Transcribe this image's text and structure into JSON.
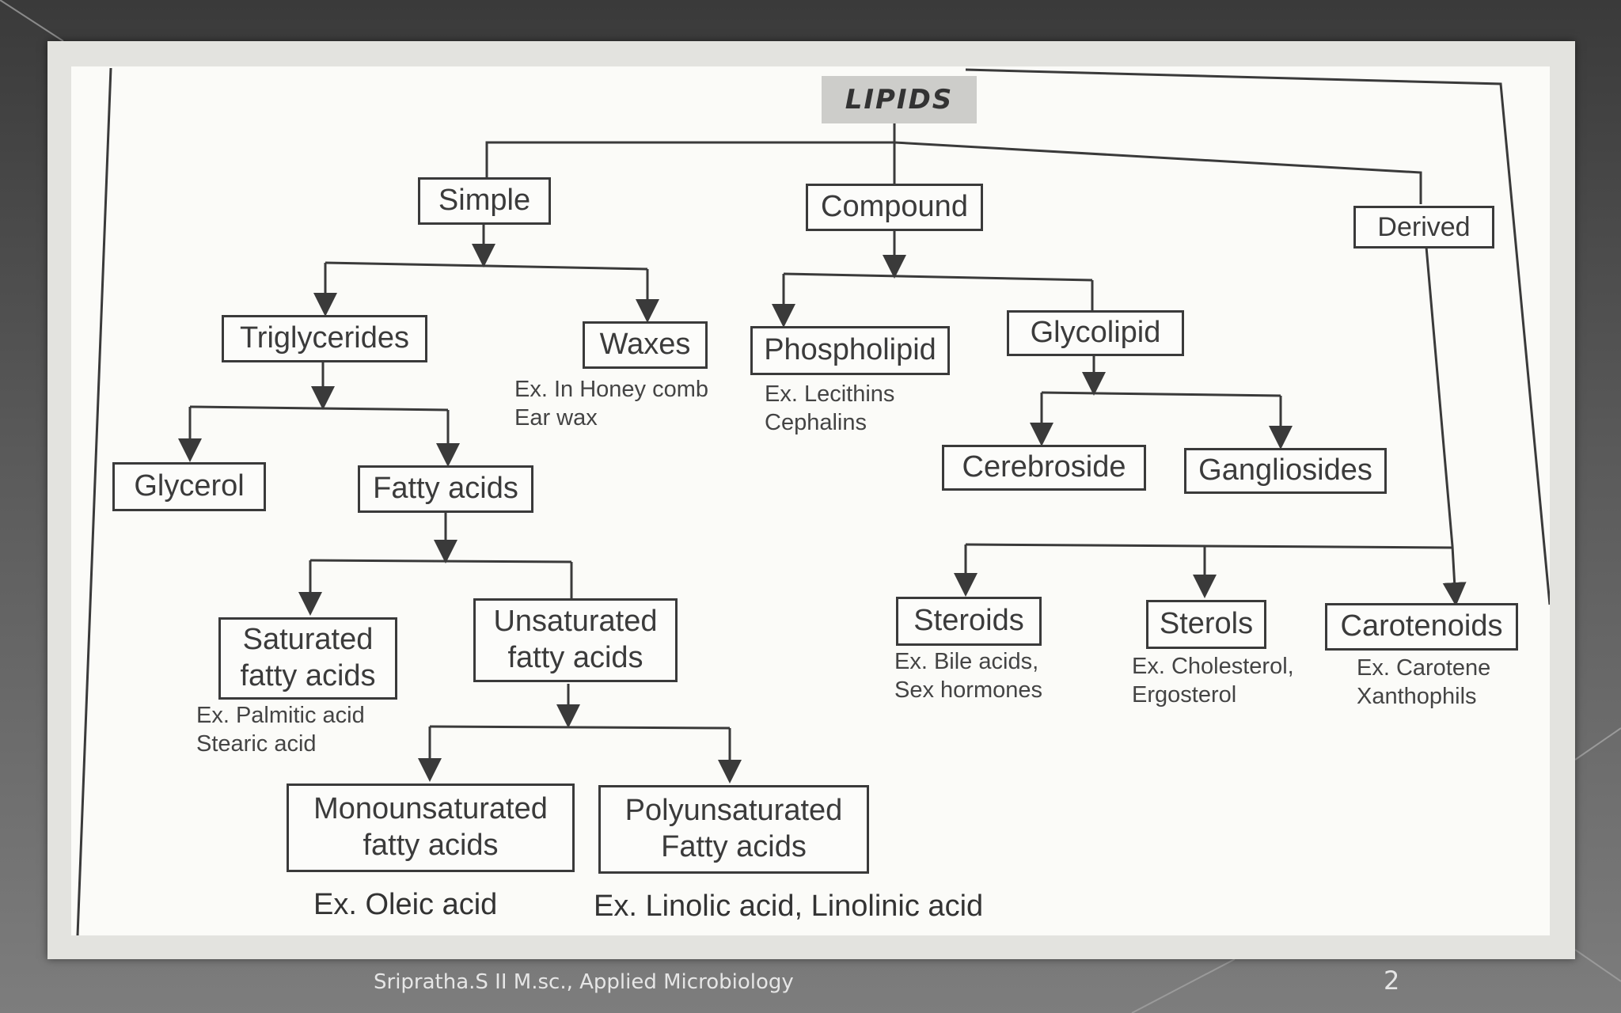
{
  "diagram": {
    "title": "LIPIDS",
    "nodes": {
      "simple": "Simple",
      "compound": "Compound",
      "derived": "Derived",
      "triglycerides": "Triglycerides",
      "waxes": "Waxes",
      "phospholipid": "Phospholipid",
      "glycolipid": "Glycolipid",
      "glycerol": "Glycerol",
      "fatty_acids": "Fatty acids",
      "cerebroside": "Cerebroside",
      "gangliosides": "Gangliosides",
      "saturated": "Saturated\nfatty acids",
      "unsaturated": "Unsaturated\nfatty acids",
      "steroids": "Steroids",
      "sterols": "Sterols",
      "carotenoids": "Carotenoids",
      "monounsaturated": "Monounsaturated\nfatty acids",
      "polyunsaturated": "Polyunsaturated\nFatty acids"
    },
    "examples": {
      "waxes": "Ex. In  Honey comb\nEar wax",
      "phospholipid": "Ex. Lecithins\n        Cephalins",
      "saturated": "Ex. Palmitic acid\n      Stearic acid",
      "steroids": "Ex. Bile acids,\nSex hormones",
      "sterols": "Ex. Cholesterol,\n       Ergosterol",
      "carotenoids": "Ex. Carotene\nXanthophils",
      "monounsaturated": "Ex. Oleic acid",
      "polyunsaturated": "Ex. Linolic acid, Linolinic acid"
    }
  },
  "footer": {
    "author": "Sripratha.S  II M.sc., Applied Microbiology",
    "page_number": "2"
  }
}
